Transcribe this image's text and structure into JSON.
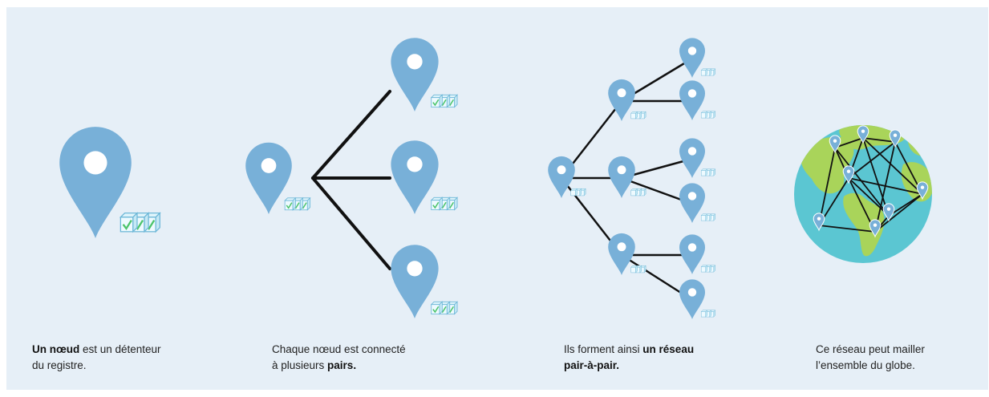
{
  "colors": {
    "background": "#e6eff7",
    "pin": "#78b0d8",
    "pin_hole": "#ffffff",
    "edge": "#111111",
    "ocean": "#5bc6d2",
    "land": "#a9d45a",
    "block_check": "#4cc46a"
  },
  "icons": {
    "pin": "map-pin-icon",
    "ledger": "ledger-blocks-icon",
    "globe": "globe-icon"
  },
  "captions": [
    {
      "bold": "Un nœud",
      "rest": " est un détenteur",
      "line2": "du registre."
    },
    {
      "line1": "Chaque nœud est connecté",
      "line2_prefix": "à plusieurs ",
      "line2_bold": "pairs."
    },
    {
      "line1_prefix": "Ils forment ainsi ",
      "line1_bold": "un réseau",
      "line2_bold": "pair-à-pair."
    },
    {
      "line1": "Ce réseau peut mailler",
      "line2": "l’ensemble du globe."
    }
  ]
}
